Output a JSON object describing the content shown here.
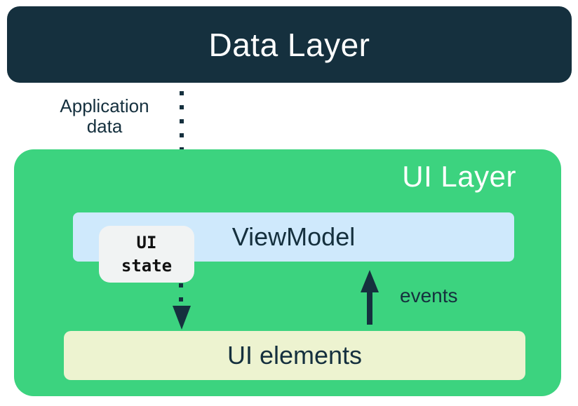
{
  "colors": {
    "navy": "#15303e",
    "green": "#3cd37f",
    "light_blue": "#cfe9fc",
    "light_gray": "#f1f3f3",
    "pale_yellow": "#edf3d0",
    "white": "#ffffff"
  },
  "data_layer": {
    "label": "Data Layer"
  },
  "flow": {
    "application_data": {
      "line1": "Application",
      "line2": "data"
    },
    "events_label": "events"
  },
  "ui_layer": {
    "label": "UI Layer",
    "viewmodel_label": "ViewModel",
    "ui_state": {
      "line1": "UI",
      "line2": "state"
    },
    "ui_elements_label": "UI elements"
  }
}
